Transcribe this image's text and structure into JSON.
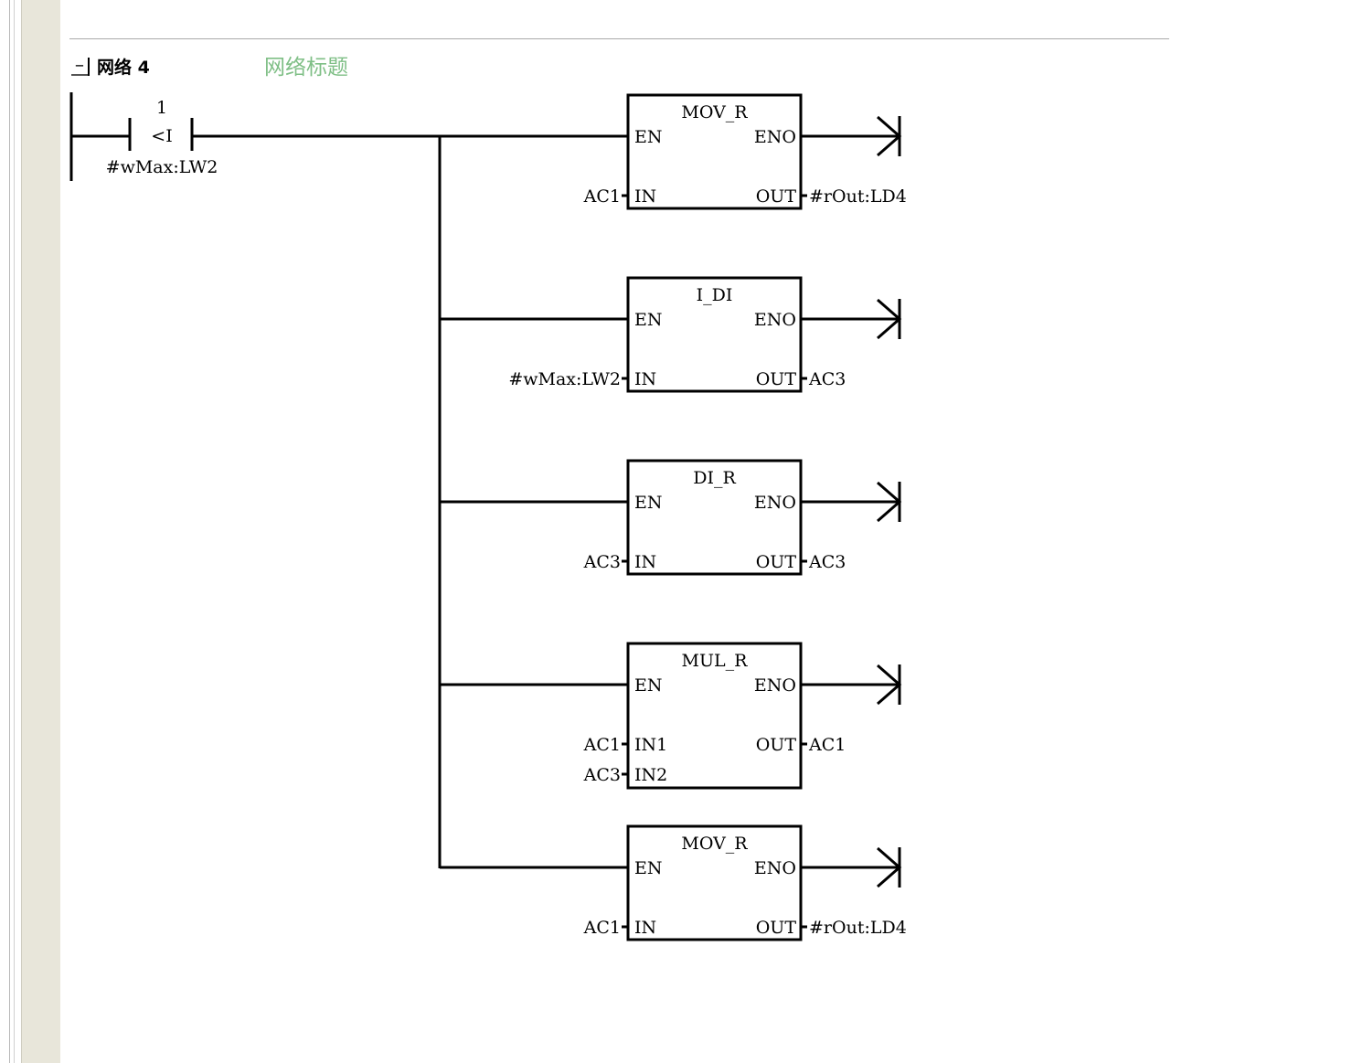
{
  "network": {
    "toggle_symbol": "−",
    "label": "网络 4",
    "title": "网络标题"
  },
  "contact": {
    "constant": "1",
    "operator": "<I",
    "operand": "#wMax:LW2"
  },
  "boxes": [
    {
      "name": "MOV_R",
      "en": "EN",
      "eno": "ENO",
      "inputs": [
        {
          "pin": "IN",
          "value": "AC1"
        }
      ],
      "outputs": [
        {
          "pin": "OUT",
          "value": "#rOut:LD4"
        }
      ]
    },
    {
      "name": "I_DI",
      "en": "EN",
      "eno": "ENO",
      "inputs": [
        {
          "pin": "IN",
          "value": "#wMax:LW2"
        }
      ],
      "outputs": [
        {
          "pin": "OUT",
          "value": "AC3"
        }
      ]
    },
    {
      "name": "DI_R",
      "en": "EN",
      "eno": "ENO",
      "inputs": [
        {
          "pin": "IN",
          "value": "AC3"
        }
      ],
      "outputs": [
        {
          "pin": "OUT",
          "value": "AC3"
        }
      ]
    },
    {
      "name": "MUL_R",
      "en": "EN",
      "eno": "ENO",
      "inputs": [
        {
          "pin": "IN1",
          "value": "AC1"
        },
        {
          "pin": "IN2",
          "value": "AC3"
        }
      ],
      "outputs": [
        {
          "pin": "OUT",
          "value": "AC1"
        }
      ]
    },
    {
      "name": "MOV_R",
      "en": "EN",
      "eno": "ENO",
      "inputs": [
        {
          "pin": "IN",
          "value": "AC1"
        }
      ],
      "outputs": [
        {
          "pin": "OUT",
          "value": "#rOut:LD4"
        }
      ]
    }
  ],
  "colors": {
    "wire": "#000000",
    "title_placeholder": "#7fbf86",
    "gutter": "#e8e6da"
  }
}
